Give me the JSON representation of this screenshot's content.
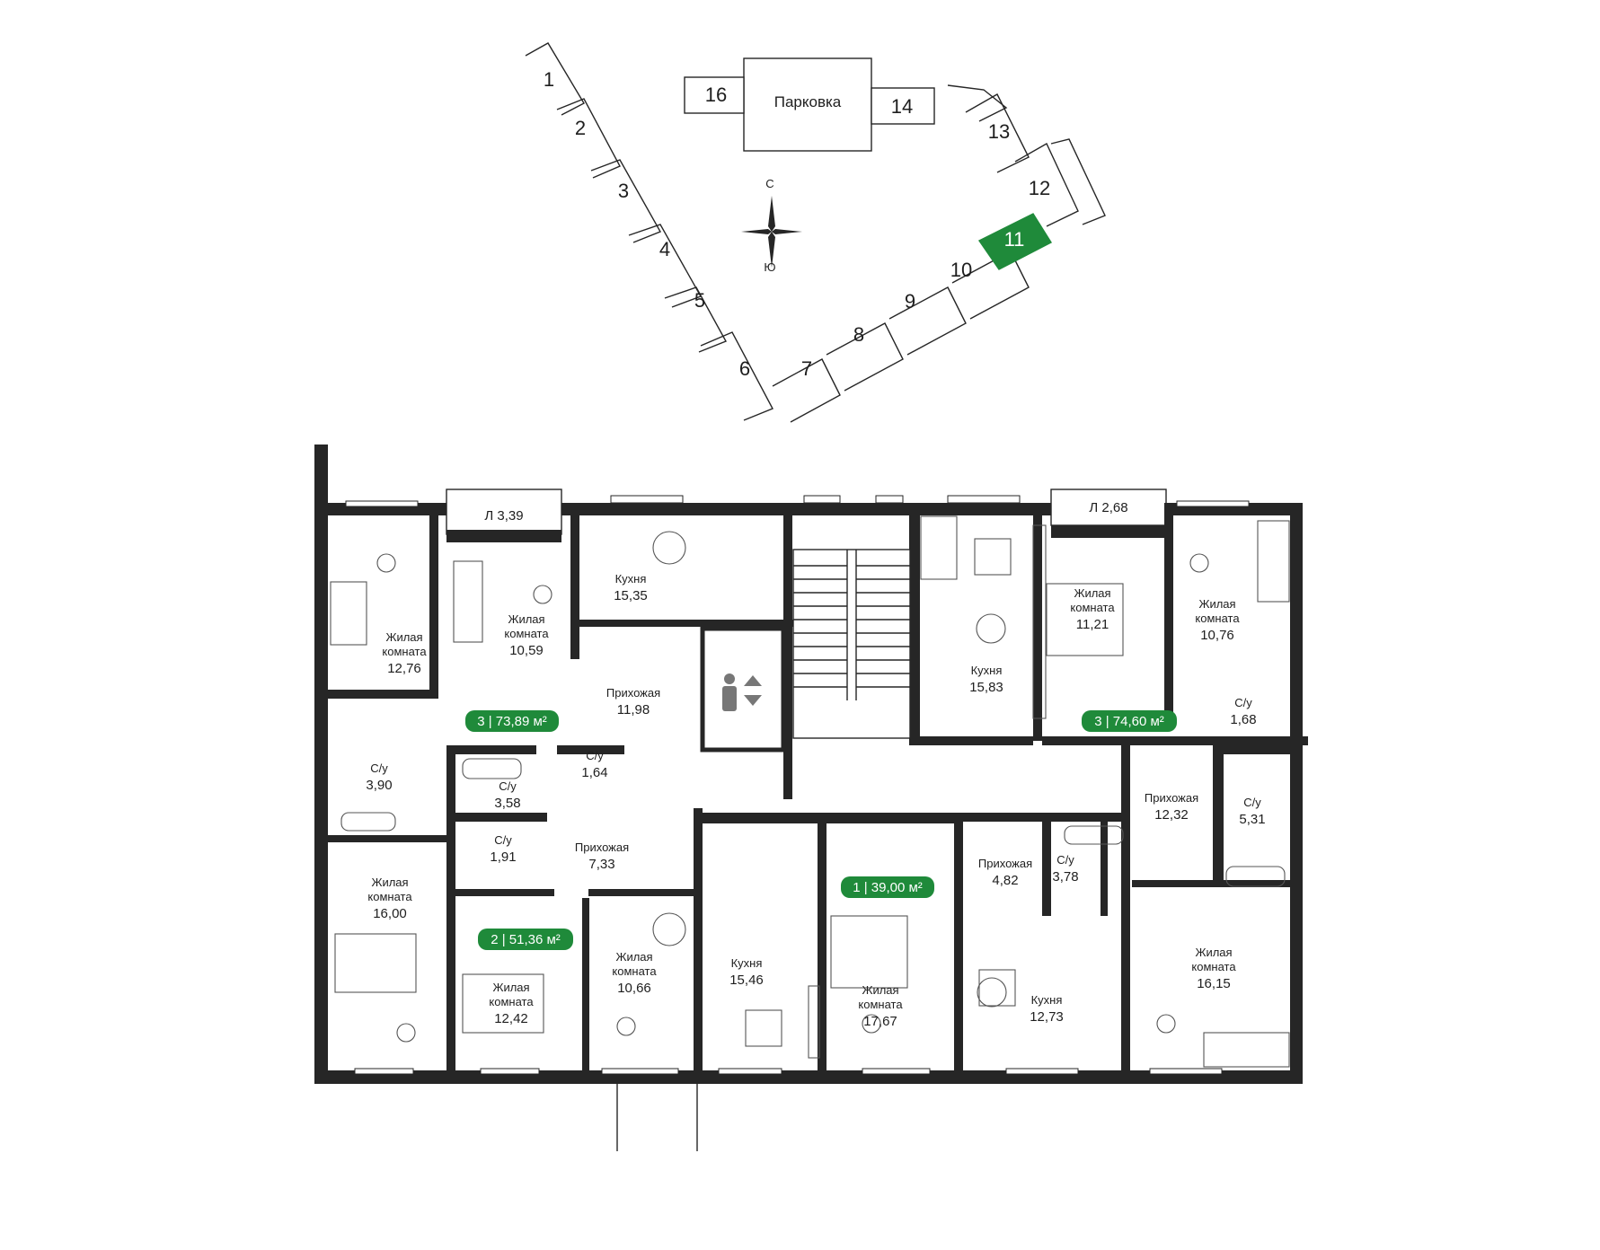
{
  "site_plan": {
    "parking_label": "Парковка",
    "compass": {
      "north": "С",
      "south": "Ю"
    },
    "sections": [
      "1",
      "2",
      "3",
      "4",
      "5",
      "6",
      "7",
      "8",
      "9",
      "10",
      "11",
      "12",
      "13",
      "14",
      "16"
    ],
    "active_section": "11",
    "active_color": "#1f8a3a"
  },
  "apartments": [
    {
      "id": "apt-3-left",
      "badge": "3 | 73,89 м²"
    },
    {
      "id": "apt-3-right",
      "badge": "3 | 74,60 м²"
    },
    {
      "id": "apt-2",
      "badge": "2 | 51,36 м²"
    },
    {
      "id": "apt-1",
      "badge": "1 | 39,00 м²"
    }
  ],
  "balconies": [
    {
      "label": "Л 3,39"
    },
    {
      "label": "Л 2,68"
    }
  ],
  "rooms": {
    "r1": {
      "name1": "Жилая",
      "name2": "комната",
      "area": "12,76"
    },
    "r2": {
      "name1": "Жилая",
      "name2": "комната",
      "area": "10,59"
    },
    "r3": {
      "name1": "Кухня",
      "area": "15,35"
    },
    "r4": {
      "name1": "Прихожая",
      "area": "11,98"
    },
    "r5": {
      "name1": "С/у",
      "area": "3,90"
    },
    "r6": {
      "name1": "С/у",
      "area": "3,58"
    },
    "r7": {
      "name1": "С/у",
      "area": "1,64"
    },
    "r8": {
      "name1": "С/у",
      "area": "1,91"
    },
    "r9": {
      "name1": "Прихожая",
      "area": "7,33"
    },
    "r10": {
      "name1": "Жилая",
      "name2": "комната",
      "area": "16,00"
    },
    "r11": {
      "name1": "Жилая",
      "name2": "комната",
      "area": "12,42"
    },
    "r12": {
      "name1": "Жилая",
      "name2": "комната",
      "area": "10,66"
    },
    "r13": {
      "name1": "Кухня",
      "area": "15,46"
    },
    "r14": {
      "name1": "Жилая",
      "name2": "комната",
      "area": "17,67"
    },
    "r15": {
      "name1": "Кухня",
      "area": "15,83"
    },
    "r16": {
      "name1": "Жилая",
      "name2": "комната",
      "area": "11,21"
    },
    "r17": {
      "name1": "Жилая",
      "name2": "комната",
      "area": "10,76"
    },
    "r18": {
      "name1": "С/у",
      "area": "1,68"
    },
    "r19": {
      "name1": "Прихожая",
      "area": "12,32"
    },
    "r20": {
      "name1": "С/у",
      "area": "5,31"
    },
    "r21": {
      "name1": "Прихожая",
      "area": "4,82"
    },
    "r22": {
      "name1": "С/у",
      "area": "3,78"
    },
    "r23": {
      "name1": "Кухня",
      "area": "12,73"
    },
    "r24": {
      "name1": "Жилая",
      "name2": "комната",
      "area": "16,15"
    }
  },
  "colors": {
    "wall": "#262626",
    "accent": "#1f8a3a",
    "background": "#ffffff"
  }
}
